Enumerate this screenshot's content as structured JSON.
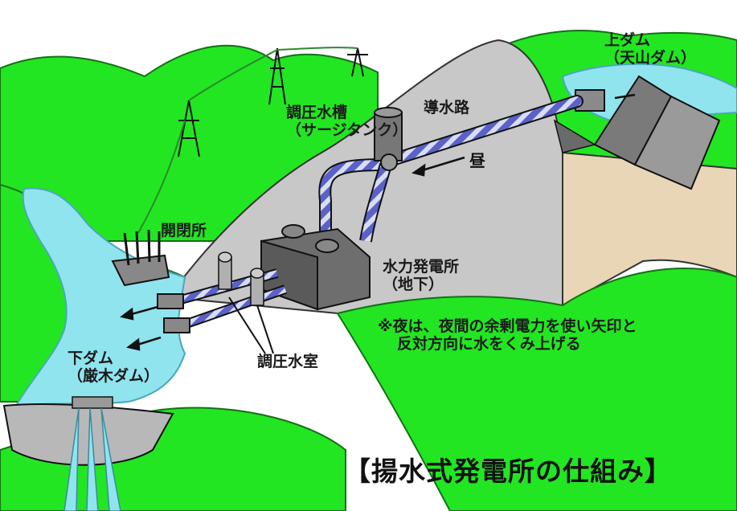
{
  "title": "【揚水式発電所の仕組み】",
  "labels": {
    "upper_dam": {
      "name": "上ダム",
      "sub": "（天山ダム）"
    },
    "lower_dam": {
      "name": "下ダム",
      "sub": "（厳木ダム）"
    },
    "surge_tank": {
      "name": "調圧水槽",
      "sub": "（サージタンク）"
    },
    "headrace": "導水路",
    "switchyard": "開閉所",
    "power_station": {
      "name": "水力発電所",
      "sub": "（地下）"
    },
    "surge_chamber": "調圧水室",
    "daytime": "昼"
  },
  "note": {
    "line1": "※夜は、夜間の余剰電力を使い矢印と",
    "line2": "反対方向に水をくみ上げる"
  },
  "colors": {
    "mountain": "#22e622",
    "mountain_outline": "#1a7a1a",
    "rock": "#c8c8c8",
    "earth": "#e8d6b6",
    "water": "#8fe4ee",
    "pipe": "#4a52b8",
    "machinery": "#6e6e6e"
  }
}
